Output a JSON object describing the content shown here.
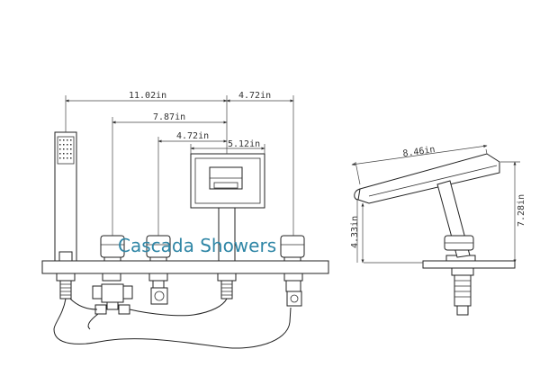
{
  "brand": {
    "label": "Cascada Showers",
    "color": "#2f86a6"
  },
  "dimensions": {
    "front_top_left": "11.02in",
    "front_top_right": "4.72in",
    "front_mid": "7.87in",
    "front_low": "4.72in",
    "spout_width": "5.12in",
    "side_diagonal": "8.46in",
    "side_height_left": "4.33in",
    "side_height_right": "7.28in"
  }
}
